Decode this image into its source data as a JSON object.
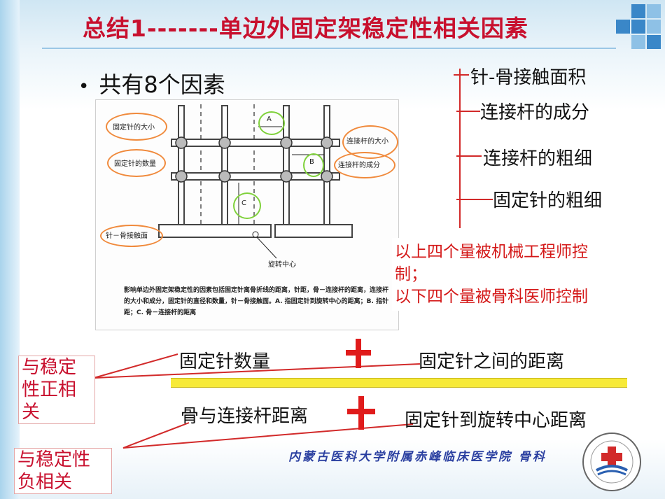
{
  "title": "总结1-------单边外固定架稳定性相关因素",
  "bullet": "共有8个因素",
  "figure": {
    "labels": {
      "pin_size": "固定针的大小",
      "pin_count": "固定针的数量",
      "bone_contact": "针－骨接触面",
      "rod_size": "连接杆的大小",
      "rod_composition": "连接杆的成分",
      "rotation_center": "旋转中心",
      "A": "A",
      "B": "B",
      "C": "C"
    },
    "caption": "影响单边外固定架稳定性的因素包括固定针离骨折线的距离，针距，骨－连接杆的距离，连接杆的大小和成分，固定针的直径和数量，针－骨接触面。A. 指固定针到旋转中心的距离；B. 指针距；C. 骨－连接杆的距离"
  },
  "factors": [
    "针-骨接触面积",
    "连接杆的成分",
    "连接杆的粗细",
    "固定针的粗细"
  ],
  "control_note": [
    "以上四个量被机械工程师控",
    "制；",
    "以下四个量被骨科医师控制"
  ],
  "positive": {
    "label_lines": [
      "与稳定",
      "性正相",
      "关"
    ],
    "left": "固定针数量",
    "right": "固定针之间的距离"
  },
  "negative": {
    "label_lines": [
      "与稳定性",
      "负相关"
    ],
    "left": "骨与连接杆距离",
    "right": "固定针到旋转中心距离"
  },
  "footer": "内蒙古医科大学附属赤峰临床医学院 骨科",
  "colors": {
    "title": "#c8102e",
    "bracket": "#d22a2a",
    "plus": "#e01b1b",
    "bar": "#f7ea38"
  }
}
